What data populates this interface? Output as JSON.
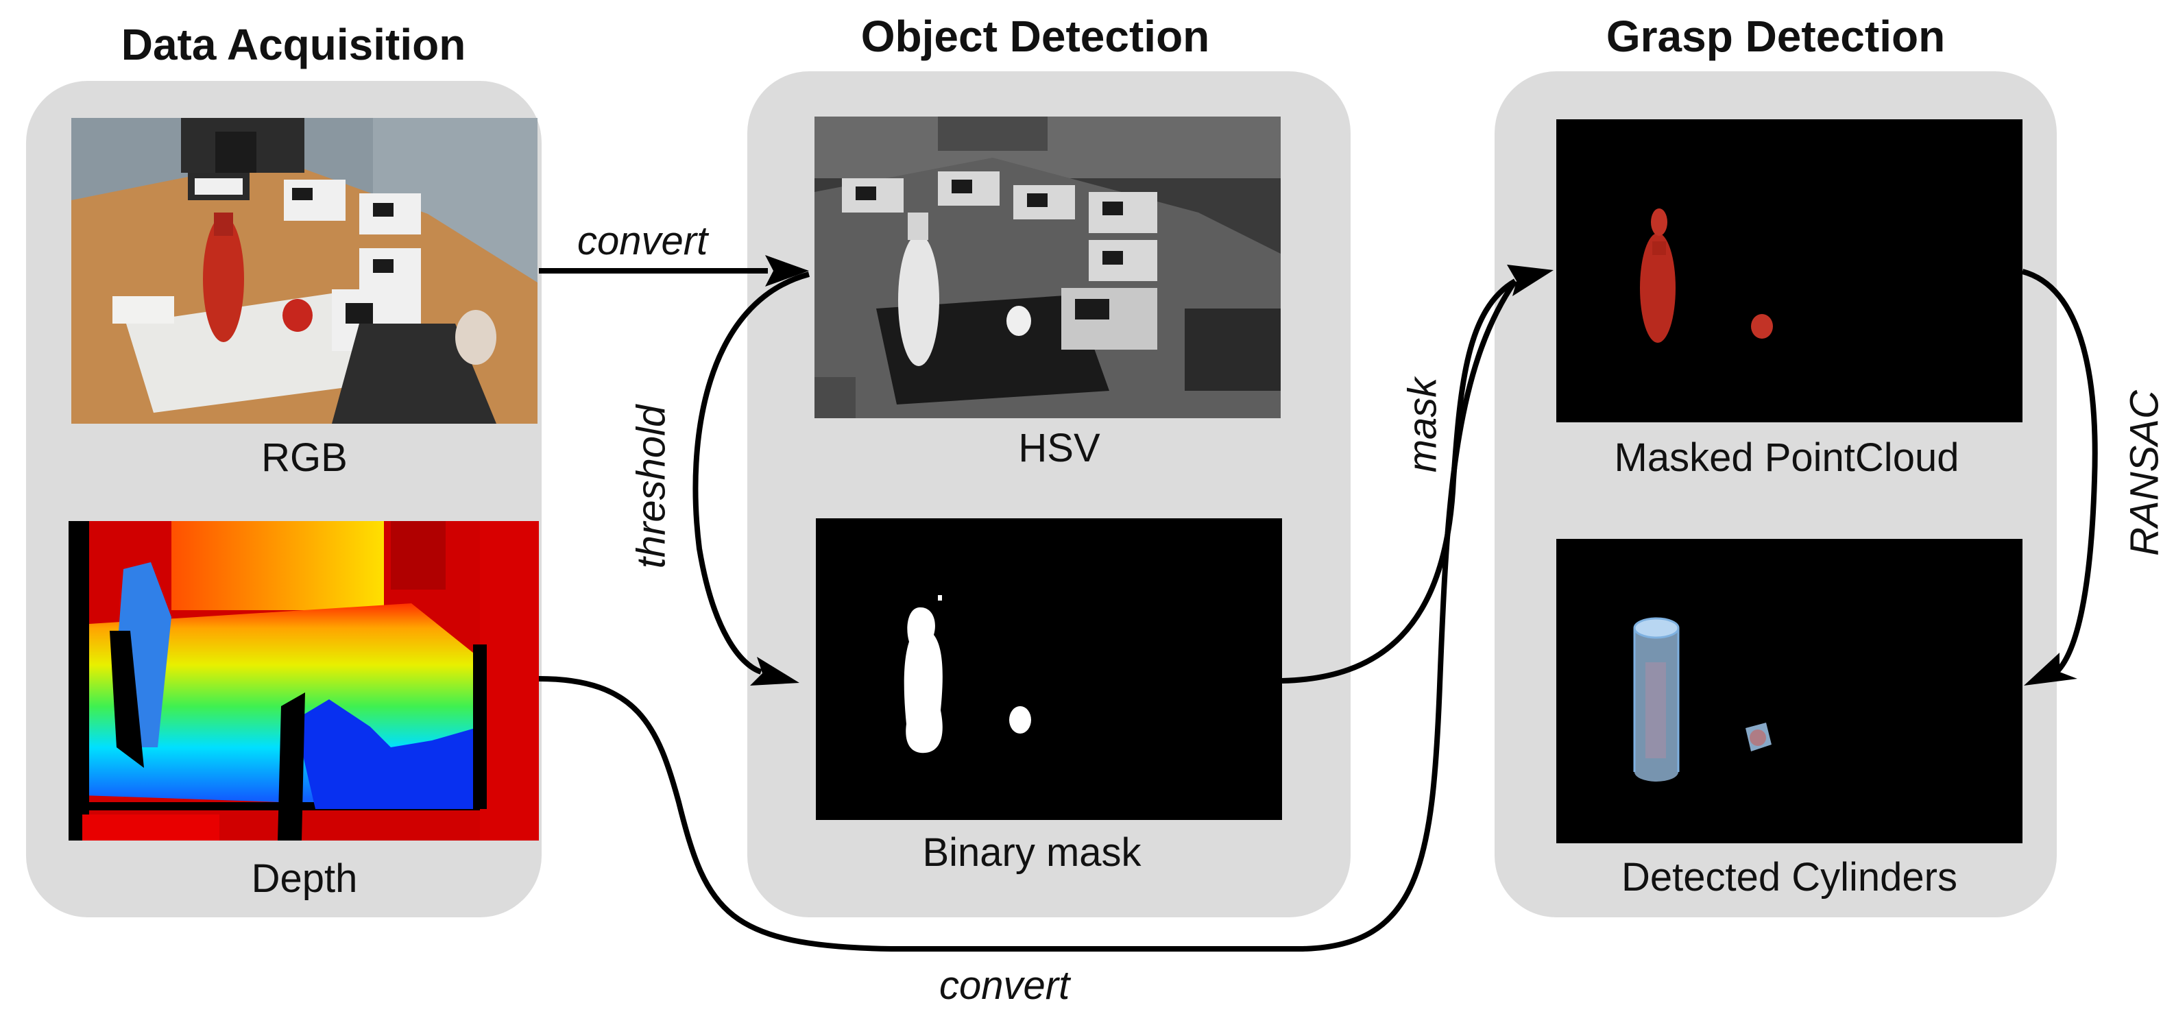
{
  "sections": {
    "acquisition": {
      "title": "Data Acquisition",
      "rgb_caption": "RGB",
      "depth_caption": "Depth"
    },
    "object_detection": {
      "title": "Object Detection",
      "hsv_caption": "HSV",
      "mask_caption": "Binary mask"
    },
    "grasp_detection": {
      "title": "Grasp Detection",
      "pointcloud_caption": "Masked PointCloud",
      "cylinders_caption": "Detected Cylinders"
    }
  },
  "edges": {
    "rgb_to_hsv": "convert",
    "hsv_to_mask": "threshold",
    "mask_to_pointcloud": "mask",
    "depth_to_pointcloud": "convert",
    "pointcloud_to_cylinders": "RANSAC"
  },
  "colors": {
    "panel": "#dcdcdc",
    "arrow": "#000000",
    "image_black": "#000000",
    "object_red": "#b82a1e",
    "cylinder_blue": "#9fc6ea"
  }
}
